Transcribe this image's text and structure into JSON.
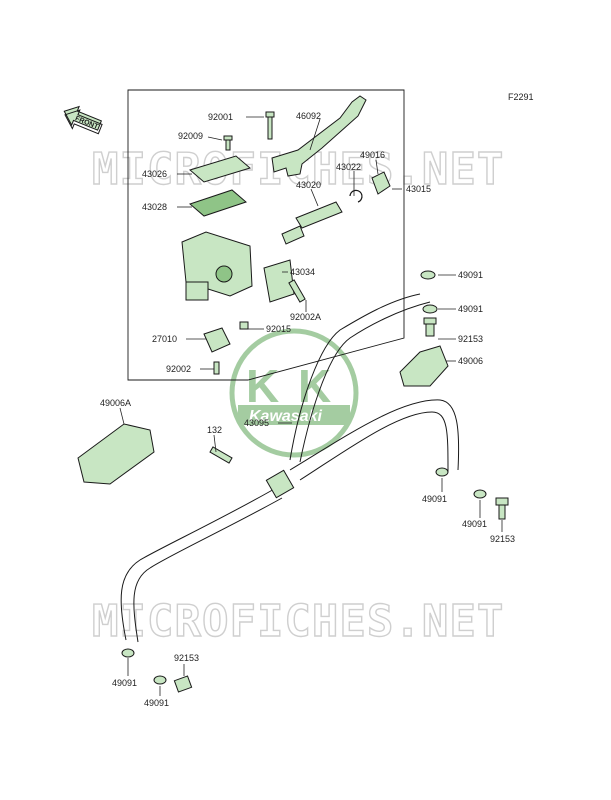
{
  "figure_code": "F2291",
  "front_label": "FRONT",
  "watermark_text": "MICROFICHES.NET",
  "logo_text": "Kawasaki",
  "colors": {
    "part_fill": "#c8e6c3",
    "part_dark": "#8fc487",
    "logo_green": "#5aa356",
    "watermark": "#cfcfcf"
  },
  "labels": {
    "p92001": "92001",
    "p46092": "46092",
    "p92009": "92009",
    "p43026": "43026",
    "p49016": "49016",
    "p43022": "43022",
    "p43015": "43015",
    "p43020": "43020",
    "p43028": "43028",
    "p43034": "43034",
    "p49091_a": "49091",
    "p49091_b": "49091",
    "p92002a": "92002A",
    "p92015": "92015",
    "p27010": "27010",
    "p92153_a": "92153",
    "p92002": "92002",
    "p49006": "49006",
    "p49006a": "49006A",
    "p43095": "43095",
    "p132": "132",
    "p49091_c": "49091",
    "p49091_d": "49091",
    "p92153_b": "92153",
    "p92153_c": "92153",
    "p49091_e": "49091",
    "p49091_f": "49091"
  }
}
